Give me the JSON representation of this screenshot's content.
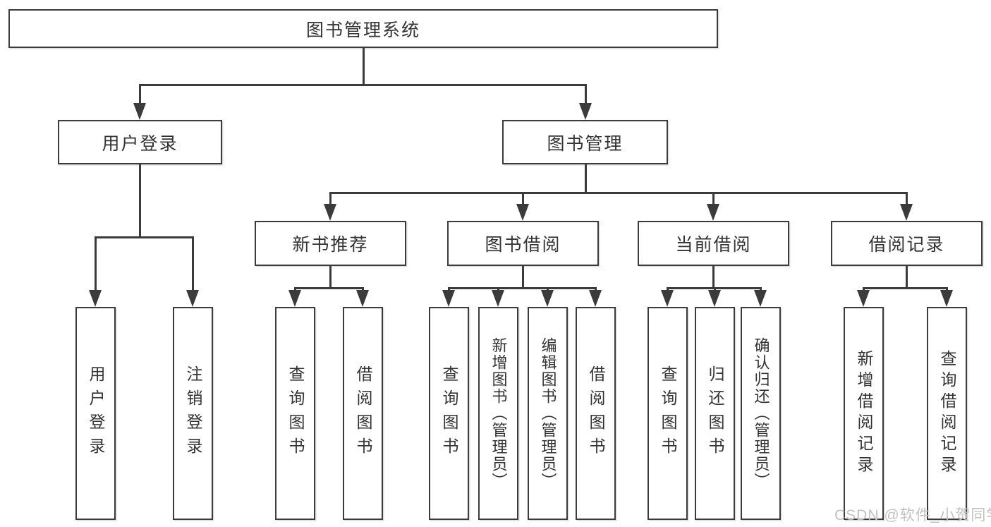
{
  "diagram": {
    "root_label": "图书管理系统",
    "level2_labels": [
      "用户登录",
      "图书管理"
    ],
    "level3_labels": [
      "新书推荐",
      "图书借阅",
      "当前借阅",
      "借阅记录"
    ],
    "leaves": {
      "user_login": [
        "用户登录",
        "注销登录"
      ],
      "new_book_recommend": [
        "查询图书",
        "借阅图书"
      ],
      "book_borrow": [
        "查询图书",
        "新增图书（管理员）",
        "编辑图书（管理员）",
        "借阅图书"
      ],
      "current_borrow": [
        "查询图书",
        "归还图书",
        "确认归还（管理员）"
      ],
      "borrow_record": [
        "新增借阅记录",
        "查询借阅记录"
      ]
    }
  },
  "watermark": {
    "text": "CSDN @软件_小贺同学"
  },
  "colors": {
    "line": "#3b3b3b",
    "text": "#333333",
    "watermark": "#c2c2c2",
    "background": "#ffffff"
  }
}
